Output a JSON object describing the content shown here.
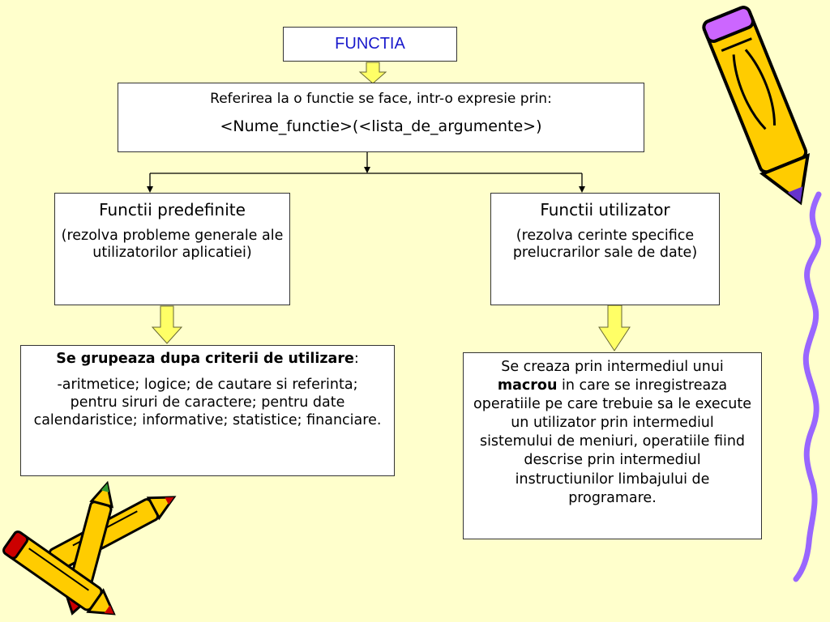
{
  "title": "FUNCTIA",
  "reference": {
    "line1": "Referirea la o functie se face, intr-o expresie prin:",
    "line2": "<Nume_functie>(<lista_de_argumente>)"
  },
  "predefined": {
    "title": "Functii predefinite",
    "description": "(rezolva probleme generale ale utilizatorilor aplicatiei)",
    "details_heading": "Se grupeaza dupa criterii de utilizare",
    "details_colon": ":",
    "details_text": "-aritmetice; logice; de cautare si referinta; pentru siruri de caractere; pentru date calendaristice; informative; statistice; financiare."
  },
  "user": {
    "title": "Functii utilizator",
    "description": "(rezolva cerinte specifice prelucrarilor sale de date)",
    "details_before": "Se creaza prin intermediul unui ",
    "details_bold": "macrou",
    "details_after": " in care se inregistreaza operatiile pe care trebuie sa le execute un utilizator prin intermediul sistemului de meniuri, operatiile fiind descrise prin intermediul instructiunilor limbajului de programare."
  },
  "colors": {
    "background": "#ffffcc",
    "title_text": "#1a1acc",
    "arrow_fill": "#ffff66",
    "pencil_body": "#ffcc00",
    "pencil_tip": "#cc66ff",
    "squiggle": "#9966ff"
  },
  "icons": [
    "block-arrow-icon",
    "pencil-icon",
    "wavy-line-icon"
  ]
}
